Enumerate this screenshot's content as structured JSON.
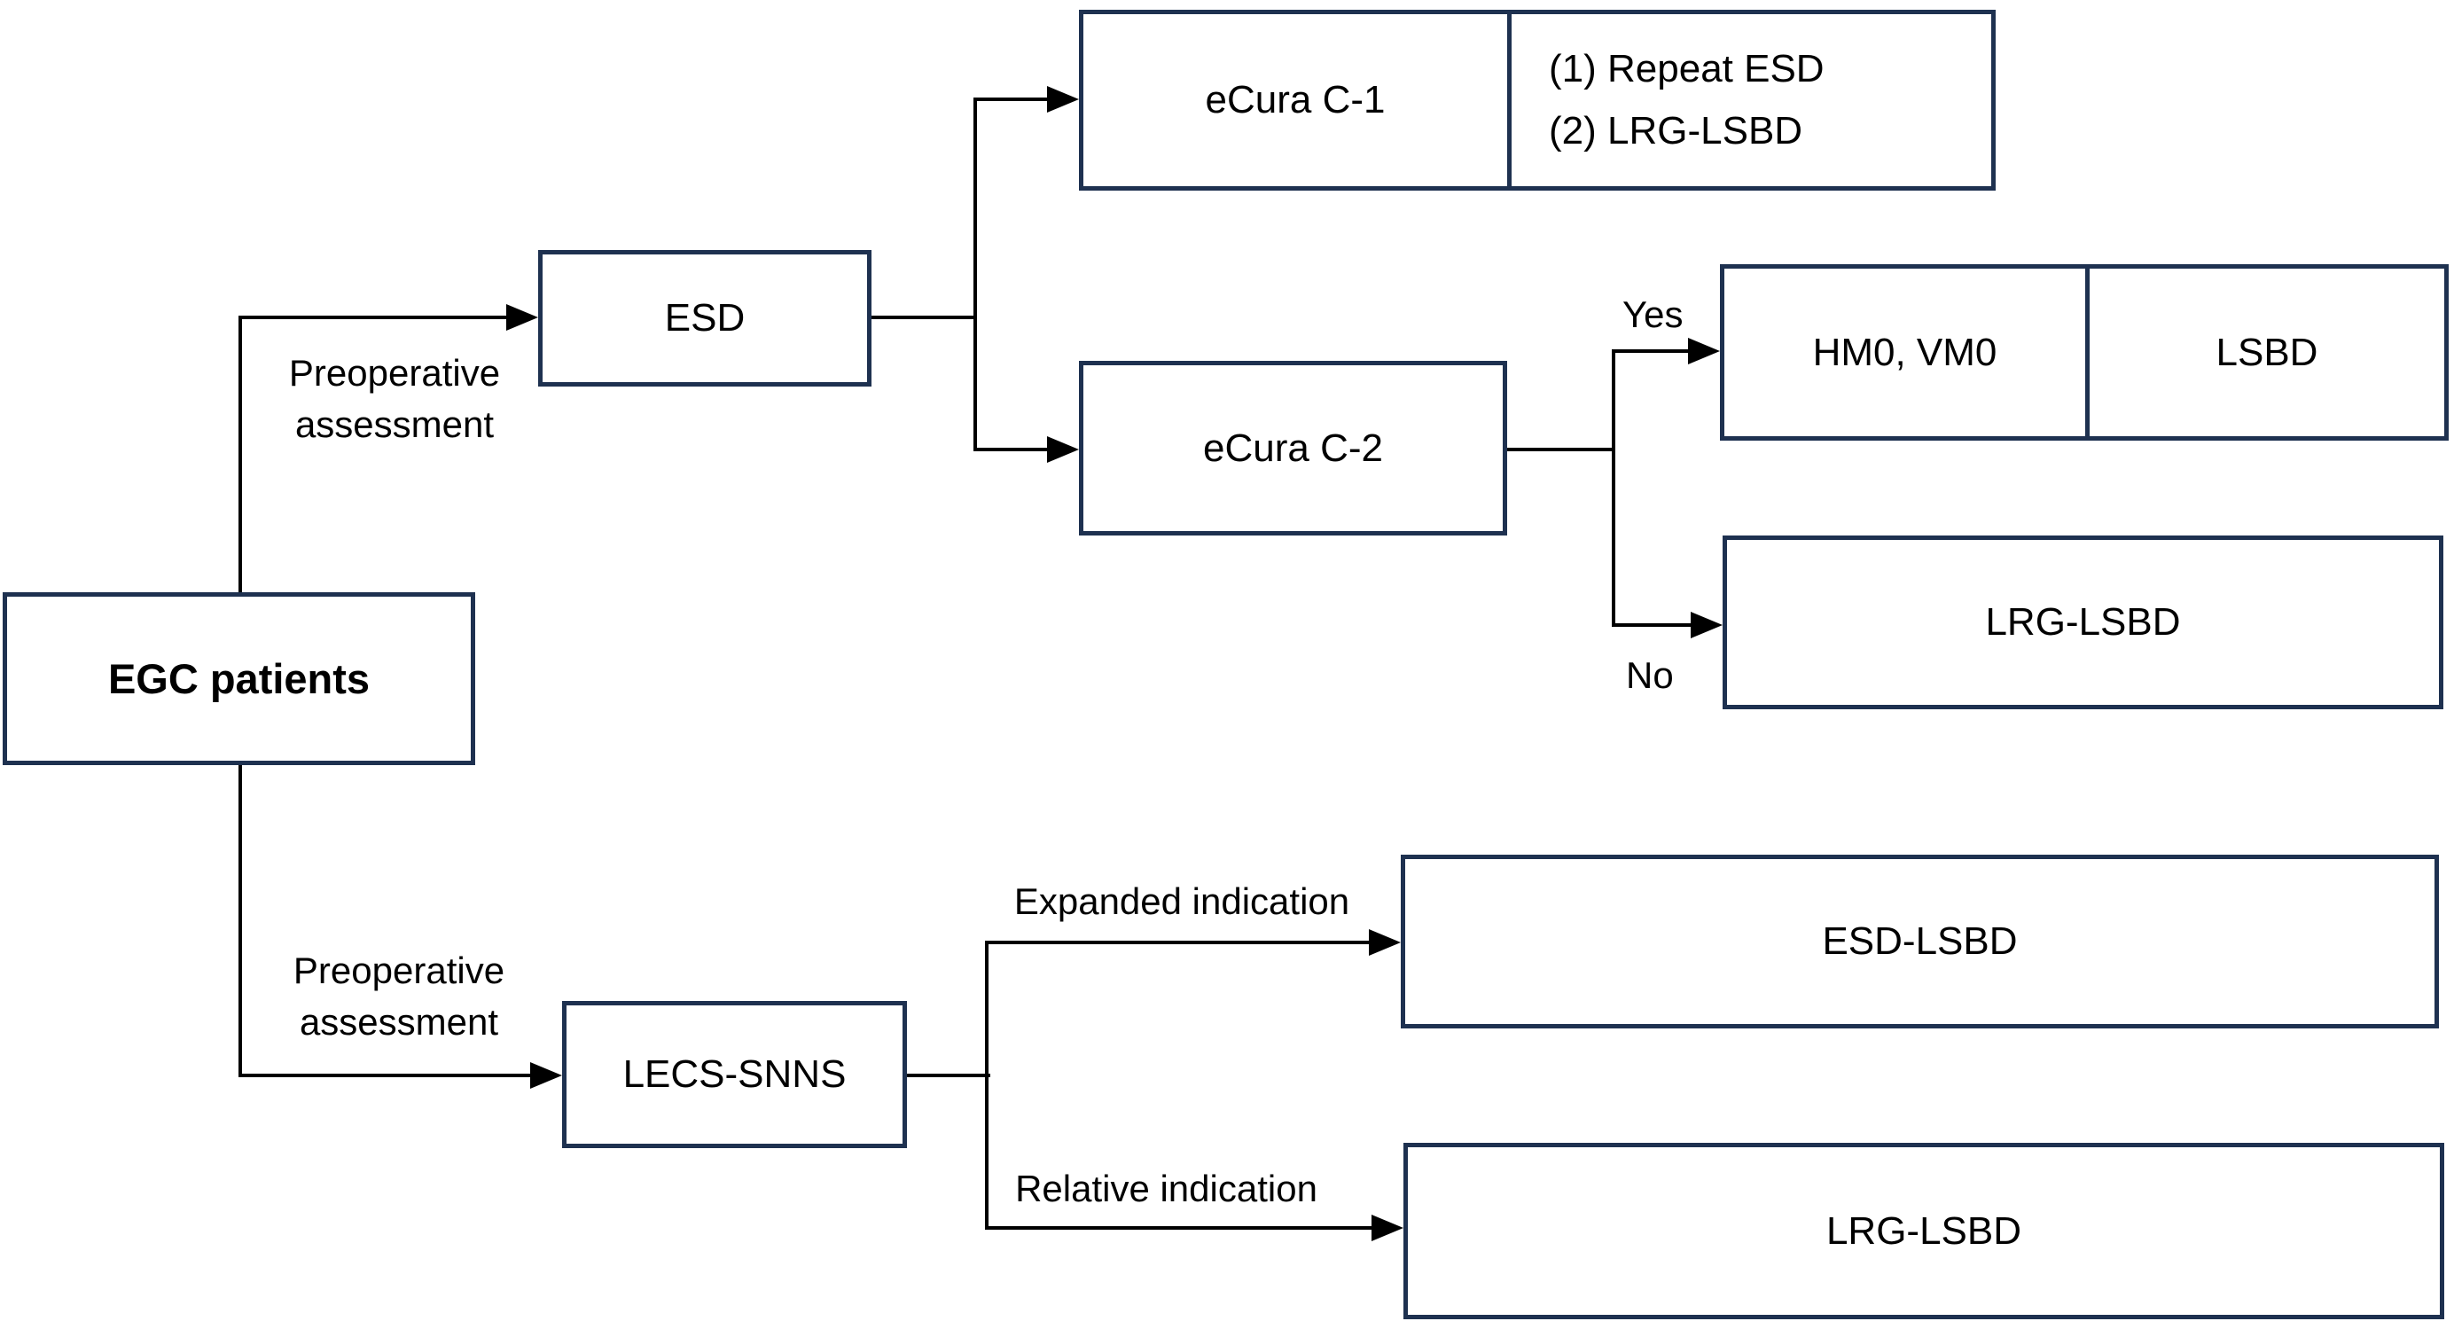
{
  "colors": {
    "background": "#ffffff",
    "box_border": "#1e3150",
    "connector": "#000000",
    "text": "#000000"
  },
  "nodes": {
    "egc": {
      "label": "EGC patients"
    },
    "esd": {
      "label": "ESD"
    },
    "ecura_c1": {
      "label": "eCura C-1",
      "outcomes": [
        "(1) Repeat ESD",
        "(2) LRG-LSBD"
      ]
    },
    "ecura_c2": {
      "label": "eCura C-2"
    },
    "hm0_vm0": {
      "label": "HM0, VM0",
      "outcome": "LSBD"
    },
    "lrg_lsbd_no": {
      "label": "LRG-LSBD"
    },
    "lecs_snns": {
      "label": "LECS-SNNS"
    },
    "esd_lsbd": {
      "label": "ESD-LSBD"
    },
    "lrg_lsbd_relative": {
      "label": "LRG-LSBD"
    }
  },
  "edge_labels": {
    "preoperative_top": {
      "line1": "Preoperative",
      "line2": "assessment"
    },
    "preoperative_bottom": {
      "line1": "Preoperative",
      "line2": "assessment"
    },
    "yes": "Yes",
    "no": "No",
    "expanded": "Expanded indication",
    "relative": "Relative indication"
  }
}
